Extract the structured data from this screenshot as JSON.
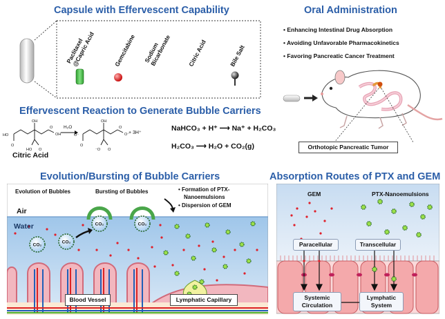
{
  "titles": {
    "capsule": "Capsule with Effervescent Capability",
    "oral": "Oral Administration",
    "reaction": "Effervescent Reaction to Generate Bubble Carriers",
    "evolution": "Evolution/Bursting of Bubble Carriers",
    "absorption": "Absorption Routes of PTX and GEM"
  },
  "capsule_ingredients": [
    {
      "line1": "Paclitaxel",
      "line2": "@Capric Acid"
    },
    {
      "line1": "Gemcitabine",
      "line2": ""
    },
    {
      "line1": "Sodium",
      "line2": "Bicarbonate"
    },
    {
      "line1": "Citric Acid",
      "line2": ""
    },
    {
      "line1": "Bile Salt",
      "line2": ""
    }
  ],
  "oral_bullets": [
    "• Enhancing Intestinal Drug Absorption",
    "• Avoiding Unfavorable Pharmacokinetics",
    "• Favoring Pancreatic Cancer Treatment"
  ],
  "tumor_label": "Orthotopic Pancreatic Tumor",
  "reaction": {
    "reagent": "H₂O",
    "proton": "+ 3H⁺",
    "citric_label": "Citric Acid",
    "eq1": "NaHCO₃ + H⁺ ⟶ Na⁺ + H₂CO₃",
    "eq2": "H₂CO₃ ⟶ H₂O + CO₂(g)"
  },
  "evolution": {
    "evolution_label": "Evolution of Bubbles",
    "bursting_label": "Bursting of Bubbles",
    "air": "Air",
    "water": "Water",
    "notes": [
      "• Formation of PTX-",
      "Nanoemulsions",
      "• Dispersion of GEM"
    ],
    "co2": "CO₂",
    "blood_vessel": "Blood Vessel",
    "lymphatic_capillary": "Lymphatic Capillary"
  },
  "absorption": {
    "gem": "GEM",
    "ptx": "PTX-Nanoemulsions",
    "paracellular": "Paracellular",
    "transcellular": "Transcellular",
    "systemic": [
      "Systemic",
      "Circulation"
    ],
    "lymphatic": [
      "Lymphatic",
      "System"
    ]
  }
}
